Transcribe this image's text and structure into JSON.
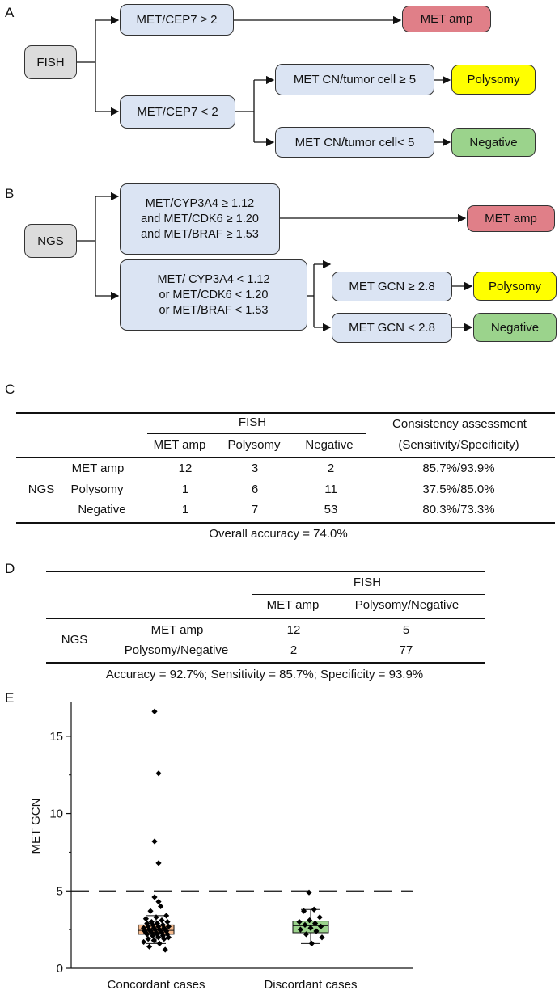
{
  "panel_a": {
    "label": "A",
    "fish": "FISH",
    "ratio_high": "MET/CEP7 ≥ 2",
    "ratio_low": "MET/CEP7 < 2",
    "met_amp": "MET amp",
    "cn_high": "MET CN/tumor cell ≥ 5",
    "cn_low": "MET CN/tumor cell< 5",
    "polysomy": "Polysomy",
    "negative": "Negative"
  },
  "panel_b": {
    "label": "B",
    "ngs": "NGS",
    "ratios_high": "MET/CYP3A4 ≥ 1.12\nand MET/CDK6 ≥ 1.20\nand MET/BRAF ≥ 1.53",
    "ratios_low": "MET/ CYP3A4 < 1.12\nor MET/CDK6 < 1.20\nor MET/BRAF < 1.53",
    "met_amp": "MET amp",
    "gcn_high": "MET GCN ≥ 2.8",
    "gcn_low": "MET GCN < 2.8",
    "polysomy": "Polysomy",
    "negative": "Negative"
  },
  "panel_c": {
    "label": "C",
    "fish_header": "FISH",
    "consistency_header": "Consistency assessment",
    "consistency_sub": "(Sensitivity/Specificity)",
    "columns": [
      "MET amp",
      "Polysomy",
      "Negative"
    ],
    "row_group": "NGS",
    "rows": [
      {
        "label": "MET amp",
        "values": [
          "12",
          "3",
          "2"
        ],
        "assessment": "85.7%/93.9%"
      },
      {
        "label": "Polysomy",
        "values": [
          "1",
          "6",
          "11"
        ],
        "assessment": "37.5%/85.0%"
      },
      {
        "label": "Negative",
        "values": [
          "1",
          "7",
          "53"
        ],
        "assessment": "80.3%/73.3%"
      }
    ],
    "footer": "Overall accuracy = 74.0%"
  },
  "panel_d": {
    "label": "D",
    "fish_header": "FISH",
    "columns": [
      "MET amp",
      "Polysomy/Negative"
    ],
    "row_group": "NGS",
    "rows": [
      {
        "label": "MET amp",
        "values": [
          "12",
          "5"
        ]
      },
      {
        "label": "Polysomy/Negative",
        "values": [
          "2",
          "77"
        ]
      }
    ],
    "footer": "Accuracy = 92.7%; Sensitivity = 85.7%; Specificity = 93.9%"
  },
  "panel_e": {
    "label": "E",
    "chart_data": {
      "type": "scatter",
      "ylabel": "MET GCN",
      "xlabel": "",
      "categories": [
        "Concordant cases",
        "Discordant cases"
      ],
      "ylim": [
        0,
        17.5
      ],
      "yticks": [
        0,
        5,
        10,
        15
      ],
      "threshold": 5,
      "colors": {
        "concordant_box": "#f5b98c",
        "discordant_box": "#9bd38c",
        "points": "#000000"
      },
      "boxes": [
        {
          "category": "Concordant cases",
          "whisker_low": 1.6,
          "q1": 2.2,
          "median": 2.45,
          "q3": 2.8,
          "whisker_high": 3.4
        },
        {
          "category": "Discordant cases",
          "whisker_low": 1.6,
          "q1": 2.3,
          "median": 2.75,
          "q3": 3.05,
          "whisker_high": 3.8
        }
      ],
      "series": [
        {
          "category": "Concordant cases",
          "values": [
            16.6,
            12.6,
            8.2,
            6.8,
            4.6,
            4.3,
            4.0,
            3.7,
            3.4,
            3.3,
            3.2,
            3.1,
            3.0,
            3.0,
            2.9,
            2.9,
            2.8,
            2.8,
            2.7,
            2.7,
            2.7,
            2.6,
            2.6,
            2.6,
            2.5,
            2.5,
            2.5,
            2.5,
            2.4,
            2.4,
            2.4,
            2.4,
            2.3,
            2.3,
            2.3,
            2.3,
            2.2,
            2.2,
            2.2,
            2.1,
            2.1,
            2.0,
            2.0,
            1.9,
            1.9,
            1.8,
            1.7,
            1.6,
            1.4,
            1.2
          ]
        },
        {
          "category": "Discordant cases",
          "values": [
            4.9,
            3.8,
            3.7,
            3.3,
            3.1,
            3.0,
            2.9,
            2.8,
            2.7,
            2.6,
            2.5,
            2.4,
            2.2,
            2.0,
            1.6
          ]
        }
      ]
    }
  }
}
